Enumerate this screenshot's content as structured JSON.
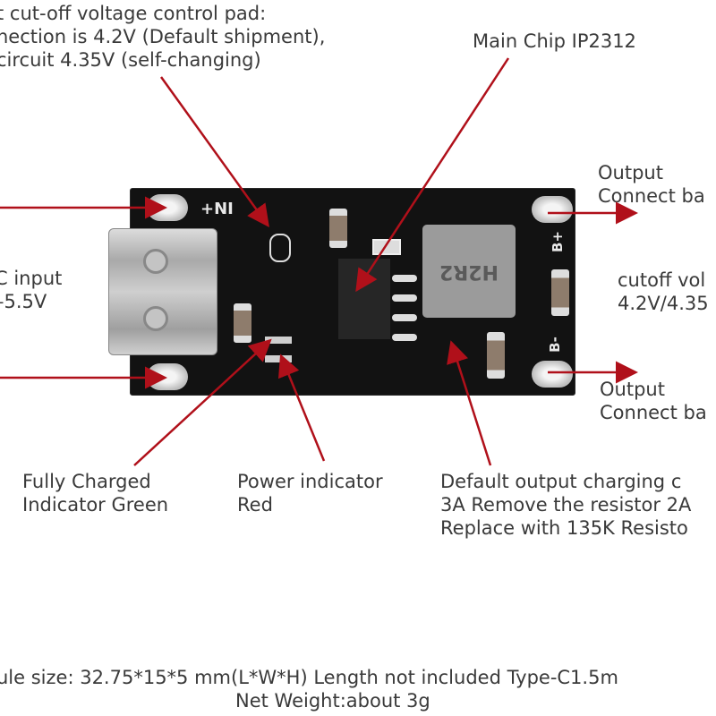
{
  "labels": {
    "cutoff_pad": [
      "t cut-off voltage control pad:",
      "nection is 4.2V (Default shipment),",
      "circuit 4.35V (self-changing)"
    ],
    "main_chip": "Main Chip IP2312",
    "output_top": [
      "Output",
      "Connect ba"
    ],
    "cutoff_voltage": [
      "cutoff vol",
      "4.2V/4.35"
    ],
    "output_bottom": [
      "Output",
      "Connect ba"
    ],
    "input": [
      "C input",
      "–5.5V"
    ],
    "fully_charged": [
      "Fully Charged",
      "Indicator Green"
    ],
    "power_indicator": [
      "Power indicator",
      "Red"
    ],
    "default_output": [
      "Default output charging c",
      "3A Remove the resistor 2A",
      "Replace with 135K Resisto"
    ],
    "module_size": "ule size:  32.75*15*5 mm(L*W*H) Length not included Type-C1.5m",
    "net_weight": "Net Weight:about 3g"
  },
  "board": {
    "silk_plus": "+NI",
    "silk_bplus": "B+",
    "silk_bminus": "B-",
    "inductor_marking": "H2R2"
  },
  "colors": {
    "arrow": "#b0101a",
    "pcb": "#121212"
  }
}
